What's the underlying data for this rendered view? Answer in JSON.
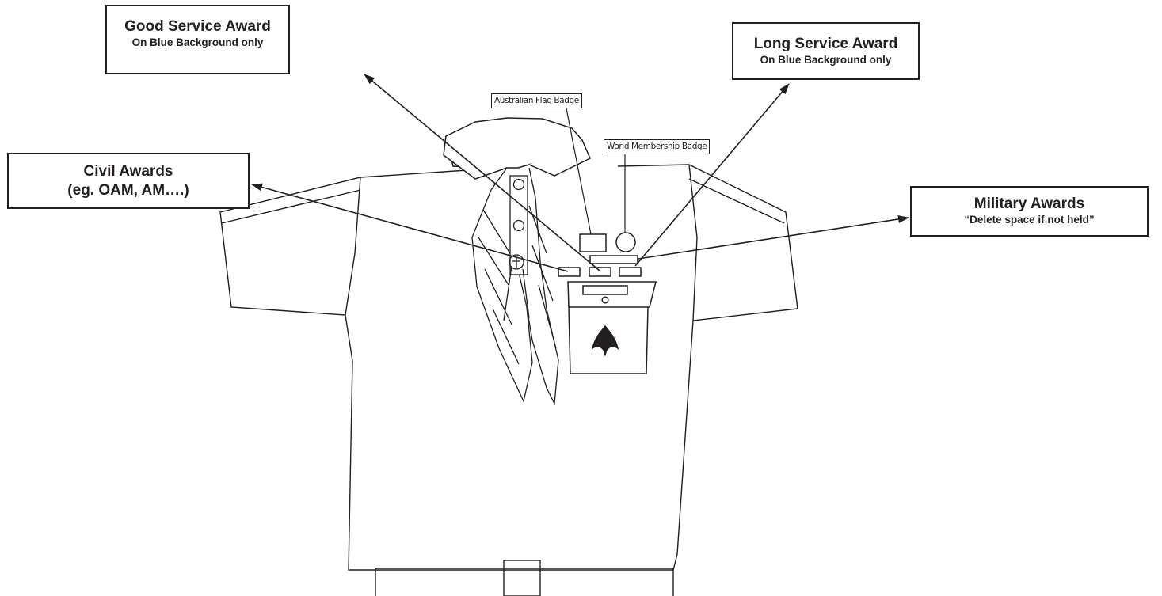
{
  "callouts": {
    "good_service": {
      "title": "Good Service Award",
      "subtitle": "On Blue Background only"
    },
    "long_service": {
      "title": "Long Service Award",
      "subtitle": "On Blue Background only"
    },
    "civil": {
      "line1": "Civil Awards",
      "line2": "(eg. OAM, AM….)"
    },
    "military": {
      "title": "Military Awards",
      "subtitle": "“Delete space if not held”"
    }
  },
  "badge_labels": {
    "flag": "Australian Flag Badge",
    "world": "World Membership Badge"
  },
  "colors": {
    "ink": "#231f20",
    "background": "#ffffff"
  }
}
